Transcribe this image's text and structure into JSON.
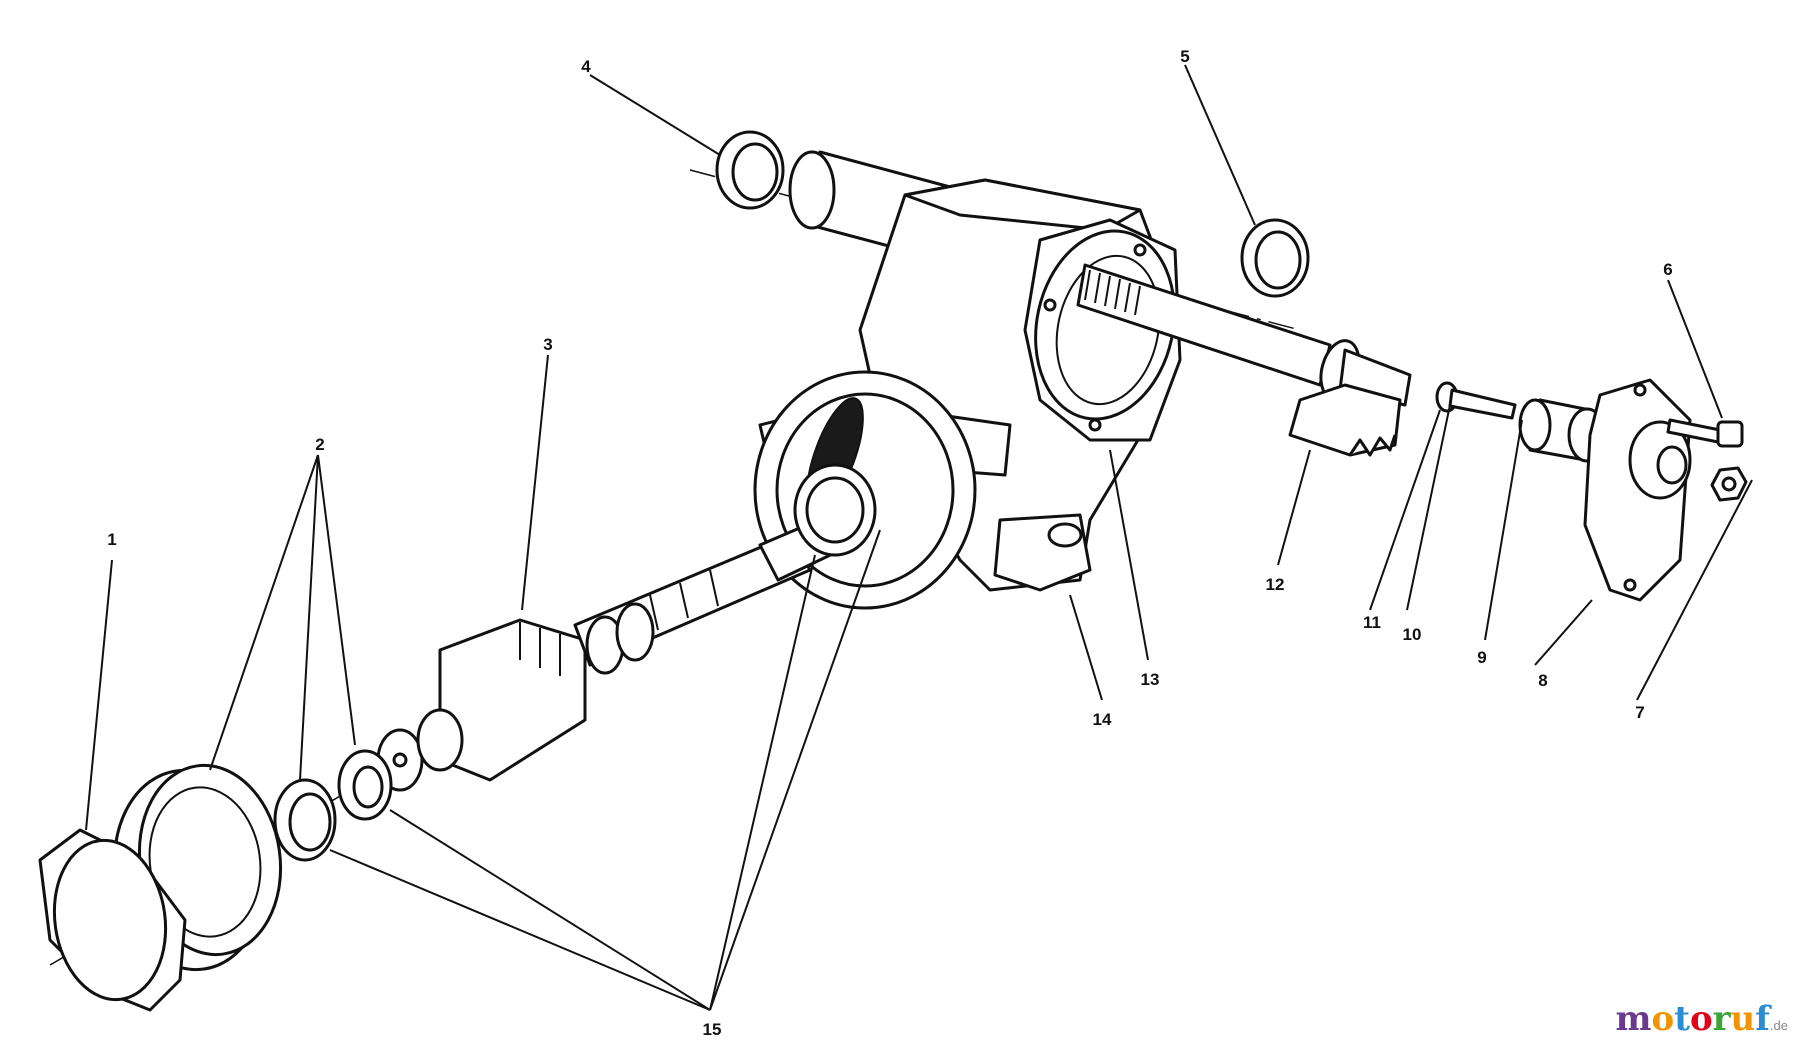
{
  "diagram": {
    "callouts": [
      "1",
      "2",
      "3",
      "4",
      "5",
      "6",
      "7",
      "8",
      "9",
      "10",
      "11",
      "12",
      "13",
      "14",
      "15"
    ]
  },
  "watermark": {
    "letters": [
      "m",
      "o",
      "t",
      "o",
      "r",
      "u",
      "f"
    ],
    "letter_colors": [
      "#6b3a8c",
      "#f29400",
      "#2a8dd4",
      "#e2001a",
      "#3aa535",
      "#f29400",
      "#2a8dd4"
    ],
    "suffix": ".de"
  }
}
